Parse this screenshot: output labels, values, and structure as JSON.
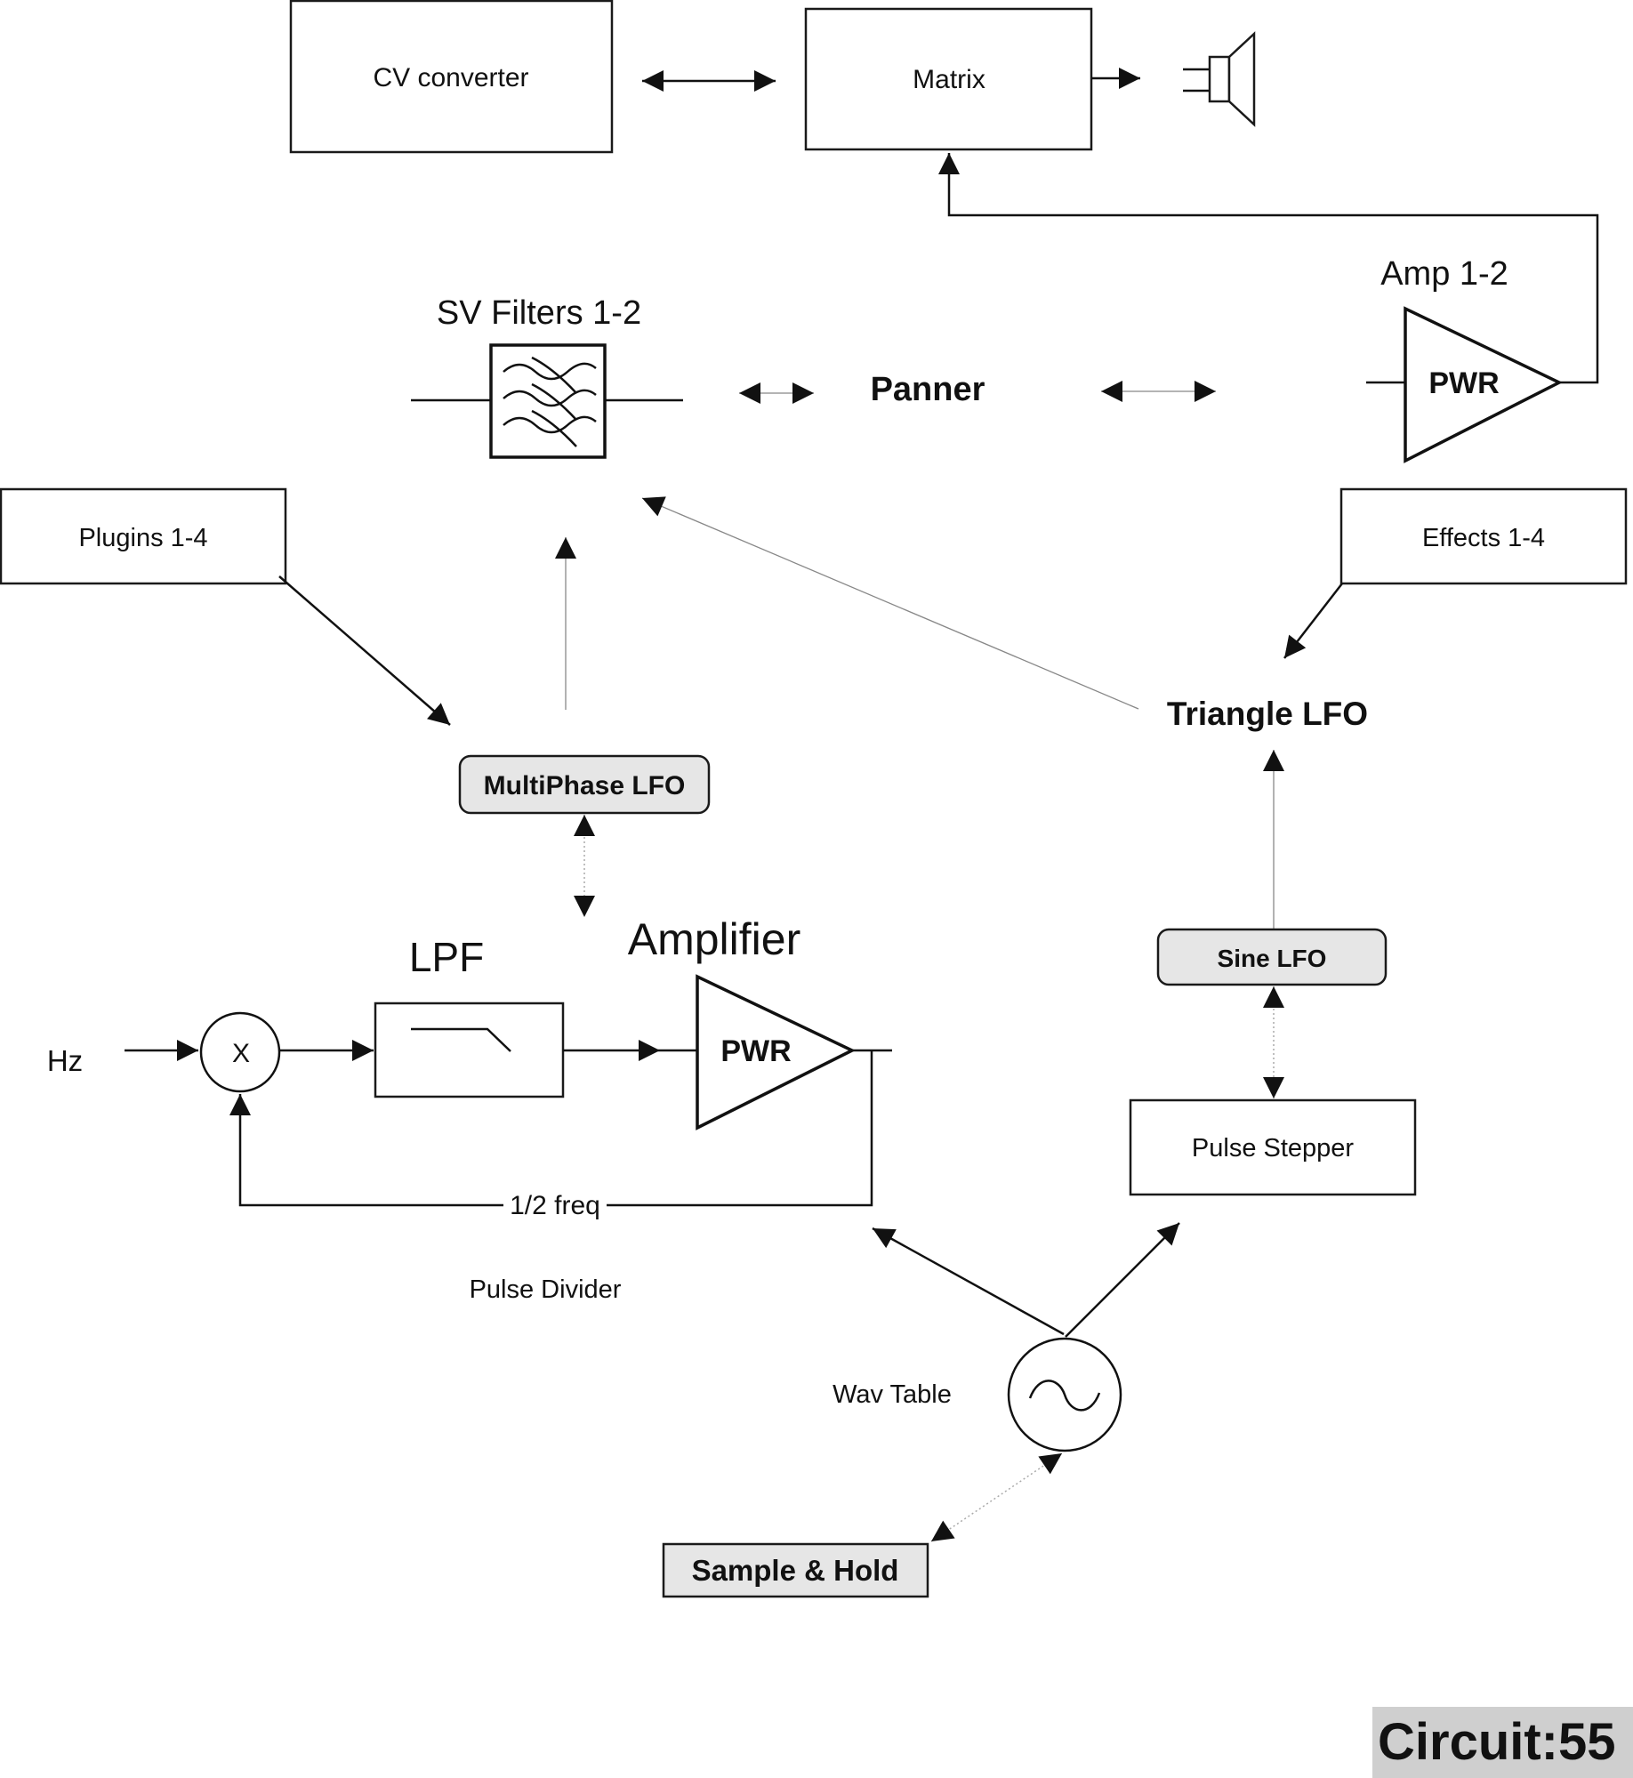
{
  "diagram": {
    "blocks": {
      "cv_converter": "CV converter",
      "matrix": "Matrix",
      "sv_filters": "SV Filters 1-2",
      "panner": "Panner",
      "amp_label": "Amp 1-2",
      "amp_pwr": "PWR",
      "plugins": "Plugins 1-4",
      "effects": "Effects 1-4",
      "triangle_lfo": "Triangle LFO",
      "multiphase_lfo": "MultiPhase LFO",
      "sine_lfo": "Sine LFO",
      "lpf": "LPF",
      "amplifier_label": "Amplifier",
      "amplifier_pwr": "PWR",
      "hz": "Hz",
      "multiplier": "X",
      "half_freq": "1/2 freq",
      "pulse_divider": "Pulse Divider",
      "pulse_stepper": "Pulse Stepper",
      "wav_table": "Wav Table",
      "sample_hold": "Sample & Hold"
    },
    "icons": {
      "speaker": "speaker-icon",
      "filter_bank": "filter-bank-icon",
      "lowpass": "lowpass-curve-icon",
      "oscillator": "sine-oscillator-icon"
    },
    "badge": "Circuit:55"
  }
}
